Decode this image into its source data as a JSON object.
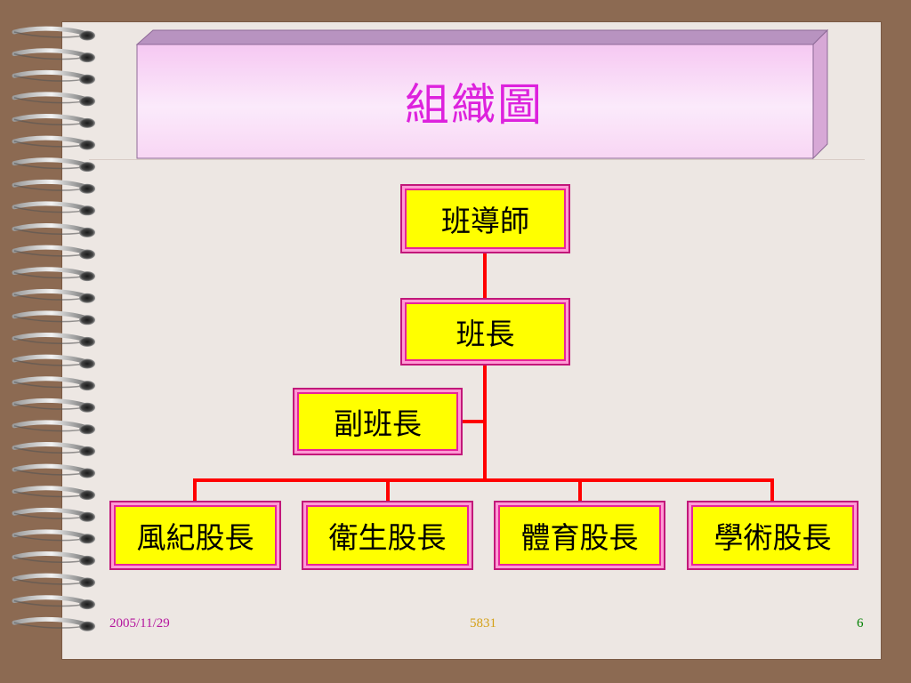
{
  "slide": {
    "title": "組織圖",
    "date": "2005/11/29",
    "footer_center": "5831",
    "page_number": "6"
  },
  "org_chart": {
    "nodes": {
      "teacher": "班導師",
      "class_leader": "班長",
      "vice_leader": "副班長",
      "discipline": "風紀股長",
      "hygiene": "衛生股長",
      "sports": "體育股長",
      "academic": "學術股長"
    }
  },
  "colors": {
    "connector": "#ff0000",
    "node_fill": "#ffff00",
    "node_border": "#e8239a",
    "title_text": "#dd22dd",
    "date_text": "#b5179e",
    "footer_center_text": "#d4a017",
    "page_number_text": "#008000"
  },
  "icons": {
    "binding": "spiral-binding-icon"
  }
}
